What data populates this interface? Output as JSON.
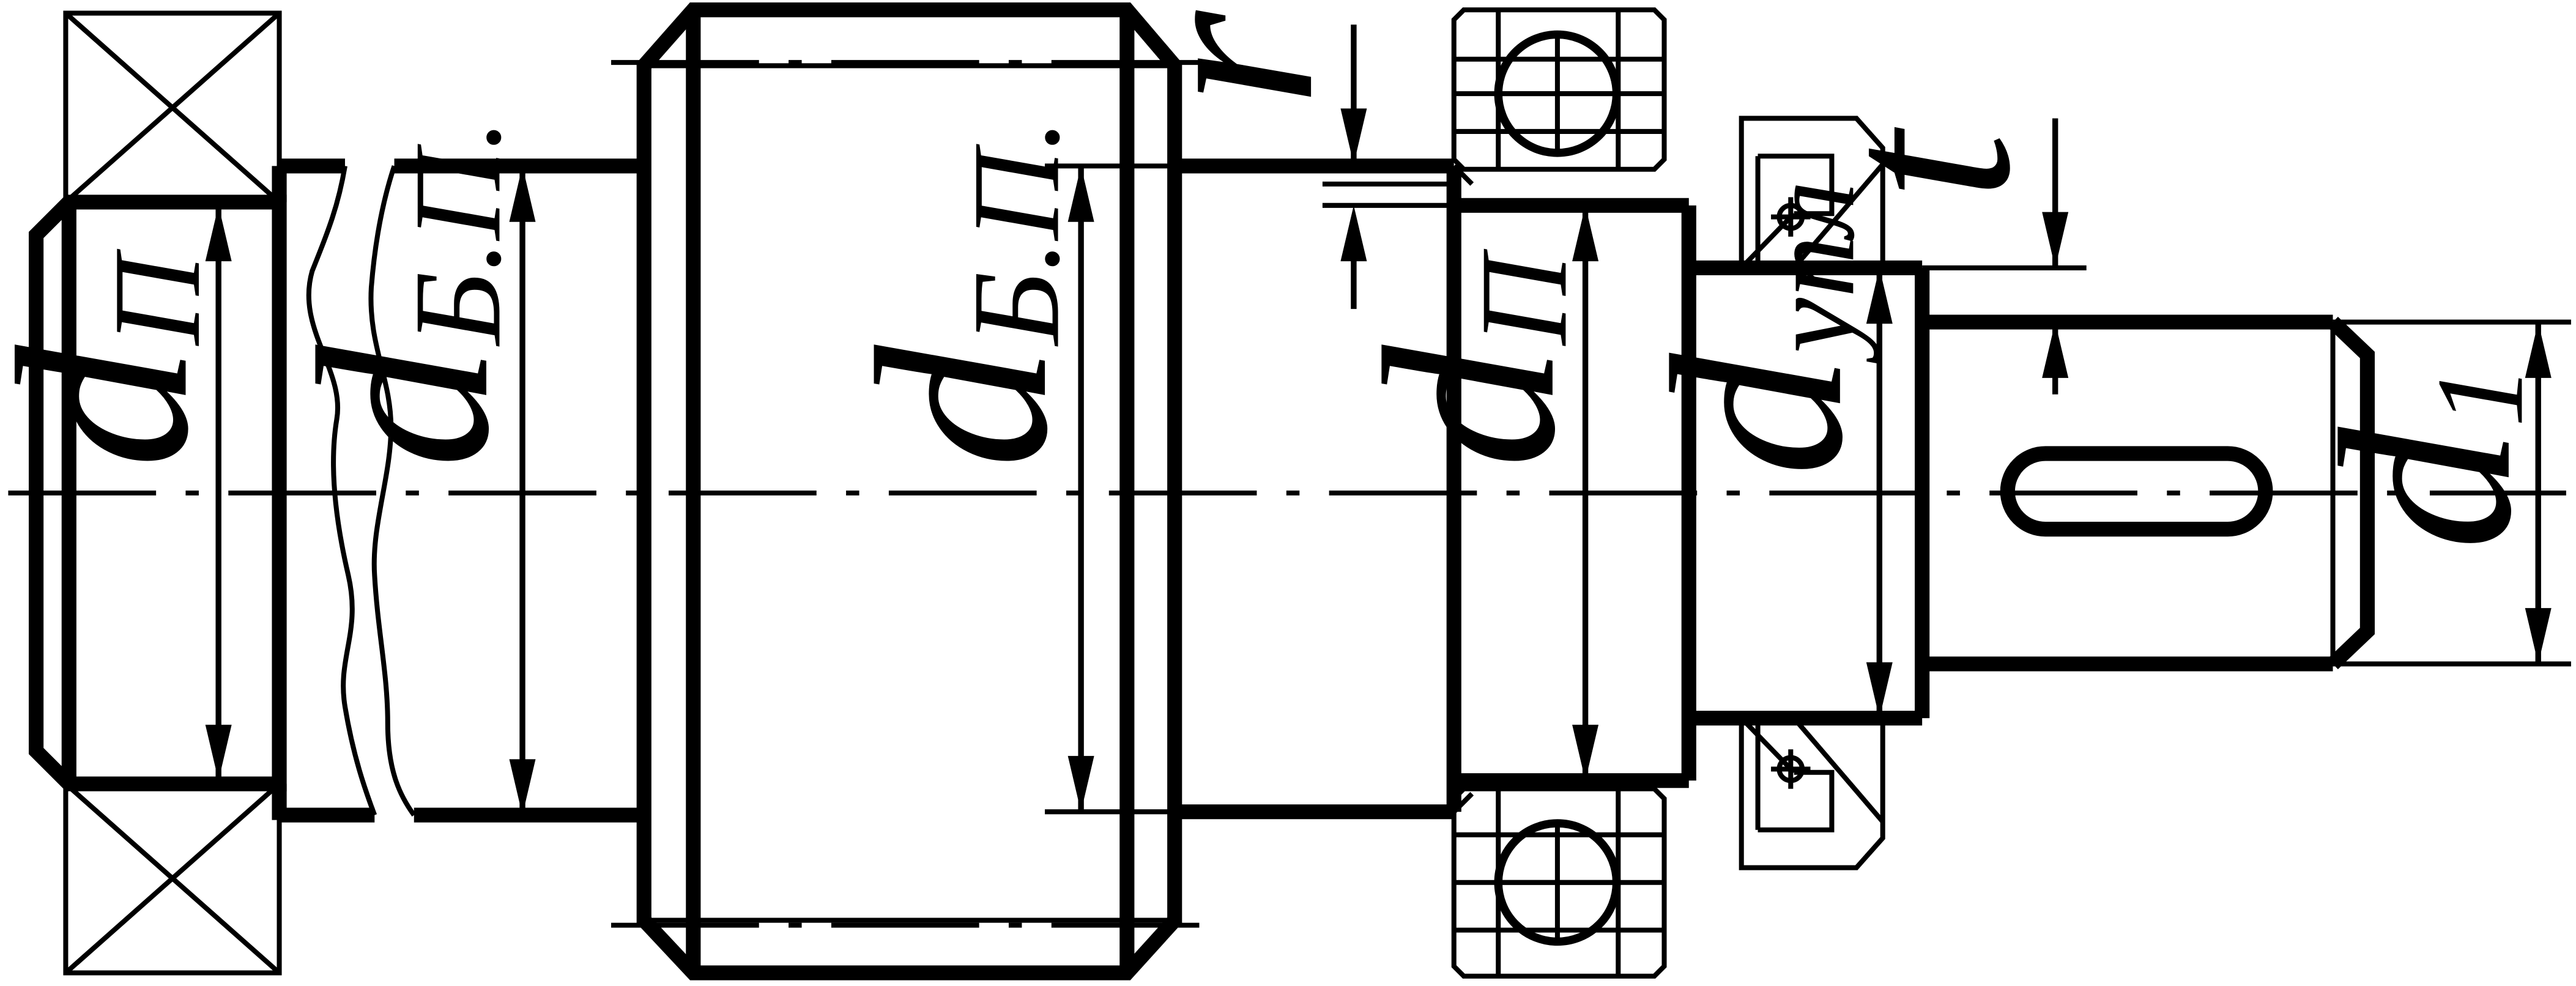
{
  "labels": {
    "d_bearing_left": {
      "main": "d",
      "sub": "П"
    },
    "d_shoulder_left": {
      "main": "d",
      "sub": "Б.П."
    },
    "d_shoulder_right": {
      "main": "d",
      "sub": "Б.П."
    },
    "d_bearing_right": {
      "main": "d",
      "sub": "П"
    },
    "d_seal": {
      "main": "d",
      "sub": "упл"
    },
    "d_output": {
      "main": "d",
      "sub": "1"
    },
    "fillet_radius": "r",
    "step_height": "t"
  },
  "icons": {
    "bearing_left": "crossed-rectangle-bearing-symbol",
    "bearing_right": "ball-bearing-symbol",
    "seal": "lip-seal-symbol",
    "keyway": "key-slot"
  }
}
